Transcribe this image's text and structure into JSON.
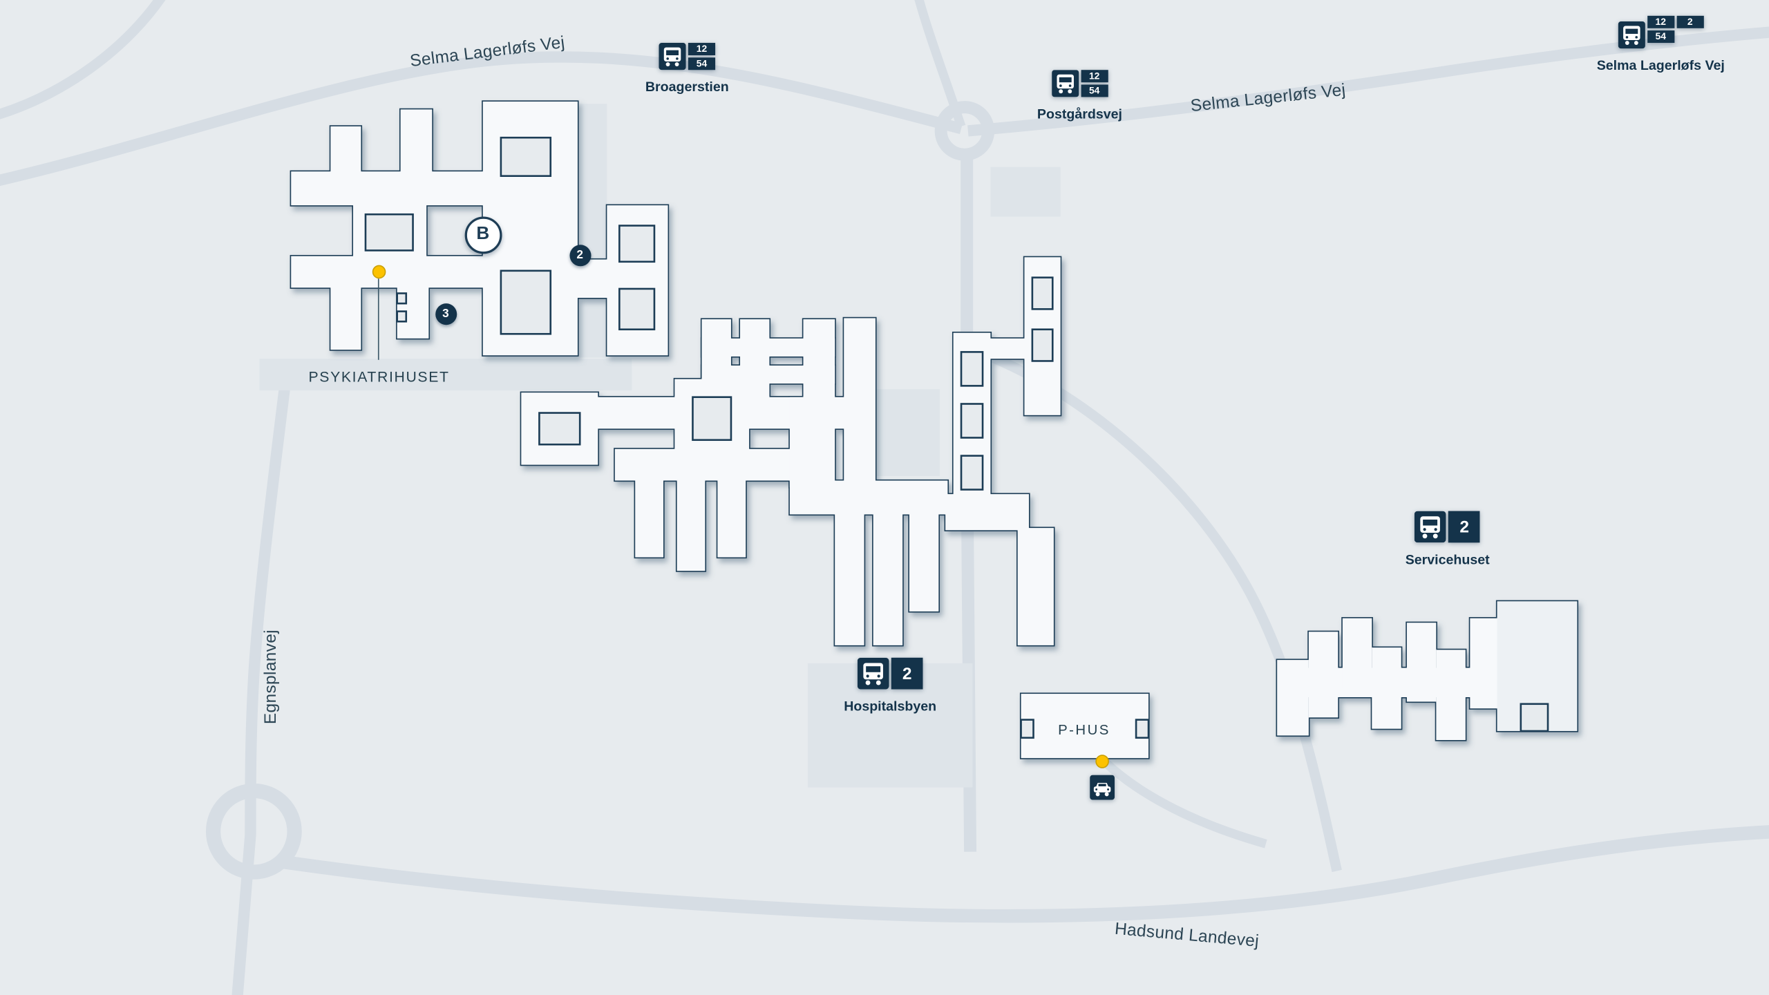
{
  "colors": {
    "background": "#e7ebee",
    "road": "#d6dde4",
    "building_fill": "#f7f9fb",
    "building_outline": "#1f3e56",
    "navy": "#14334a",
    "entrance_yellow": "#fcc200"
  },
  "streets": {
    "selma_west": "Selma Lagerløfs Vej",
    "selma_mid": "Selma Lagerløfs Vej",
    "egnsplanvej": "Egnsplanvej",
    "hadsund": "Hadsund Landevej"
  },
  "stops": {
    "broagerstien": {
      "label": "Broagerstien",
      "routes": [
        "12",
        "54"
      ]
    },
    "postgaardsvej": {
      "label": "Postgårdsvej",
      "routes": [
        "12",
        "54"
      ]
    },
    "selma": {
      "label": "Selma Lagerløfs Vej",
      "routes": [
        "12",
        "54",
        "2"
      ]
    },
    "servicehuset": {
      "label": "Servicehuset",
      "routes": [
        "2"
      ]
    },
    "hospitalsbyen": {
      "label": "Hospitalsbyen",
      "routes": [
        "2"
      ]
    }
  },
  "buildings": {
    "psykiatrihuset": "PSYKIATRIHUSET",
    "p_hus": "P-HUS"
  },
  "markers": {
    "entrance_b": "B",
    "poi_2": "2",
    "poi_3": "3"
  },
  "icons": {
    "bus_stop": "bus-icon",
    "parking": "car-icon",
    "entrance": "entrance-dot"
  }
}
